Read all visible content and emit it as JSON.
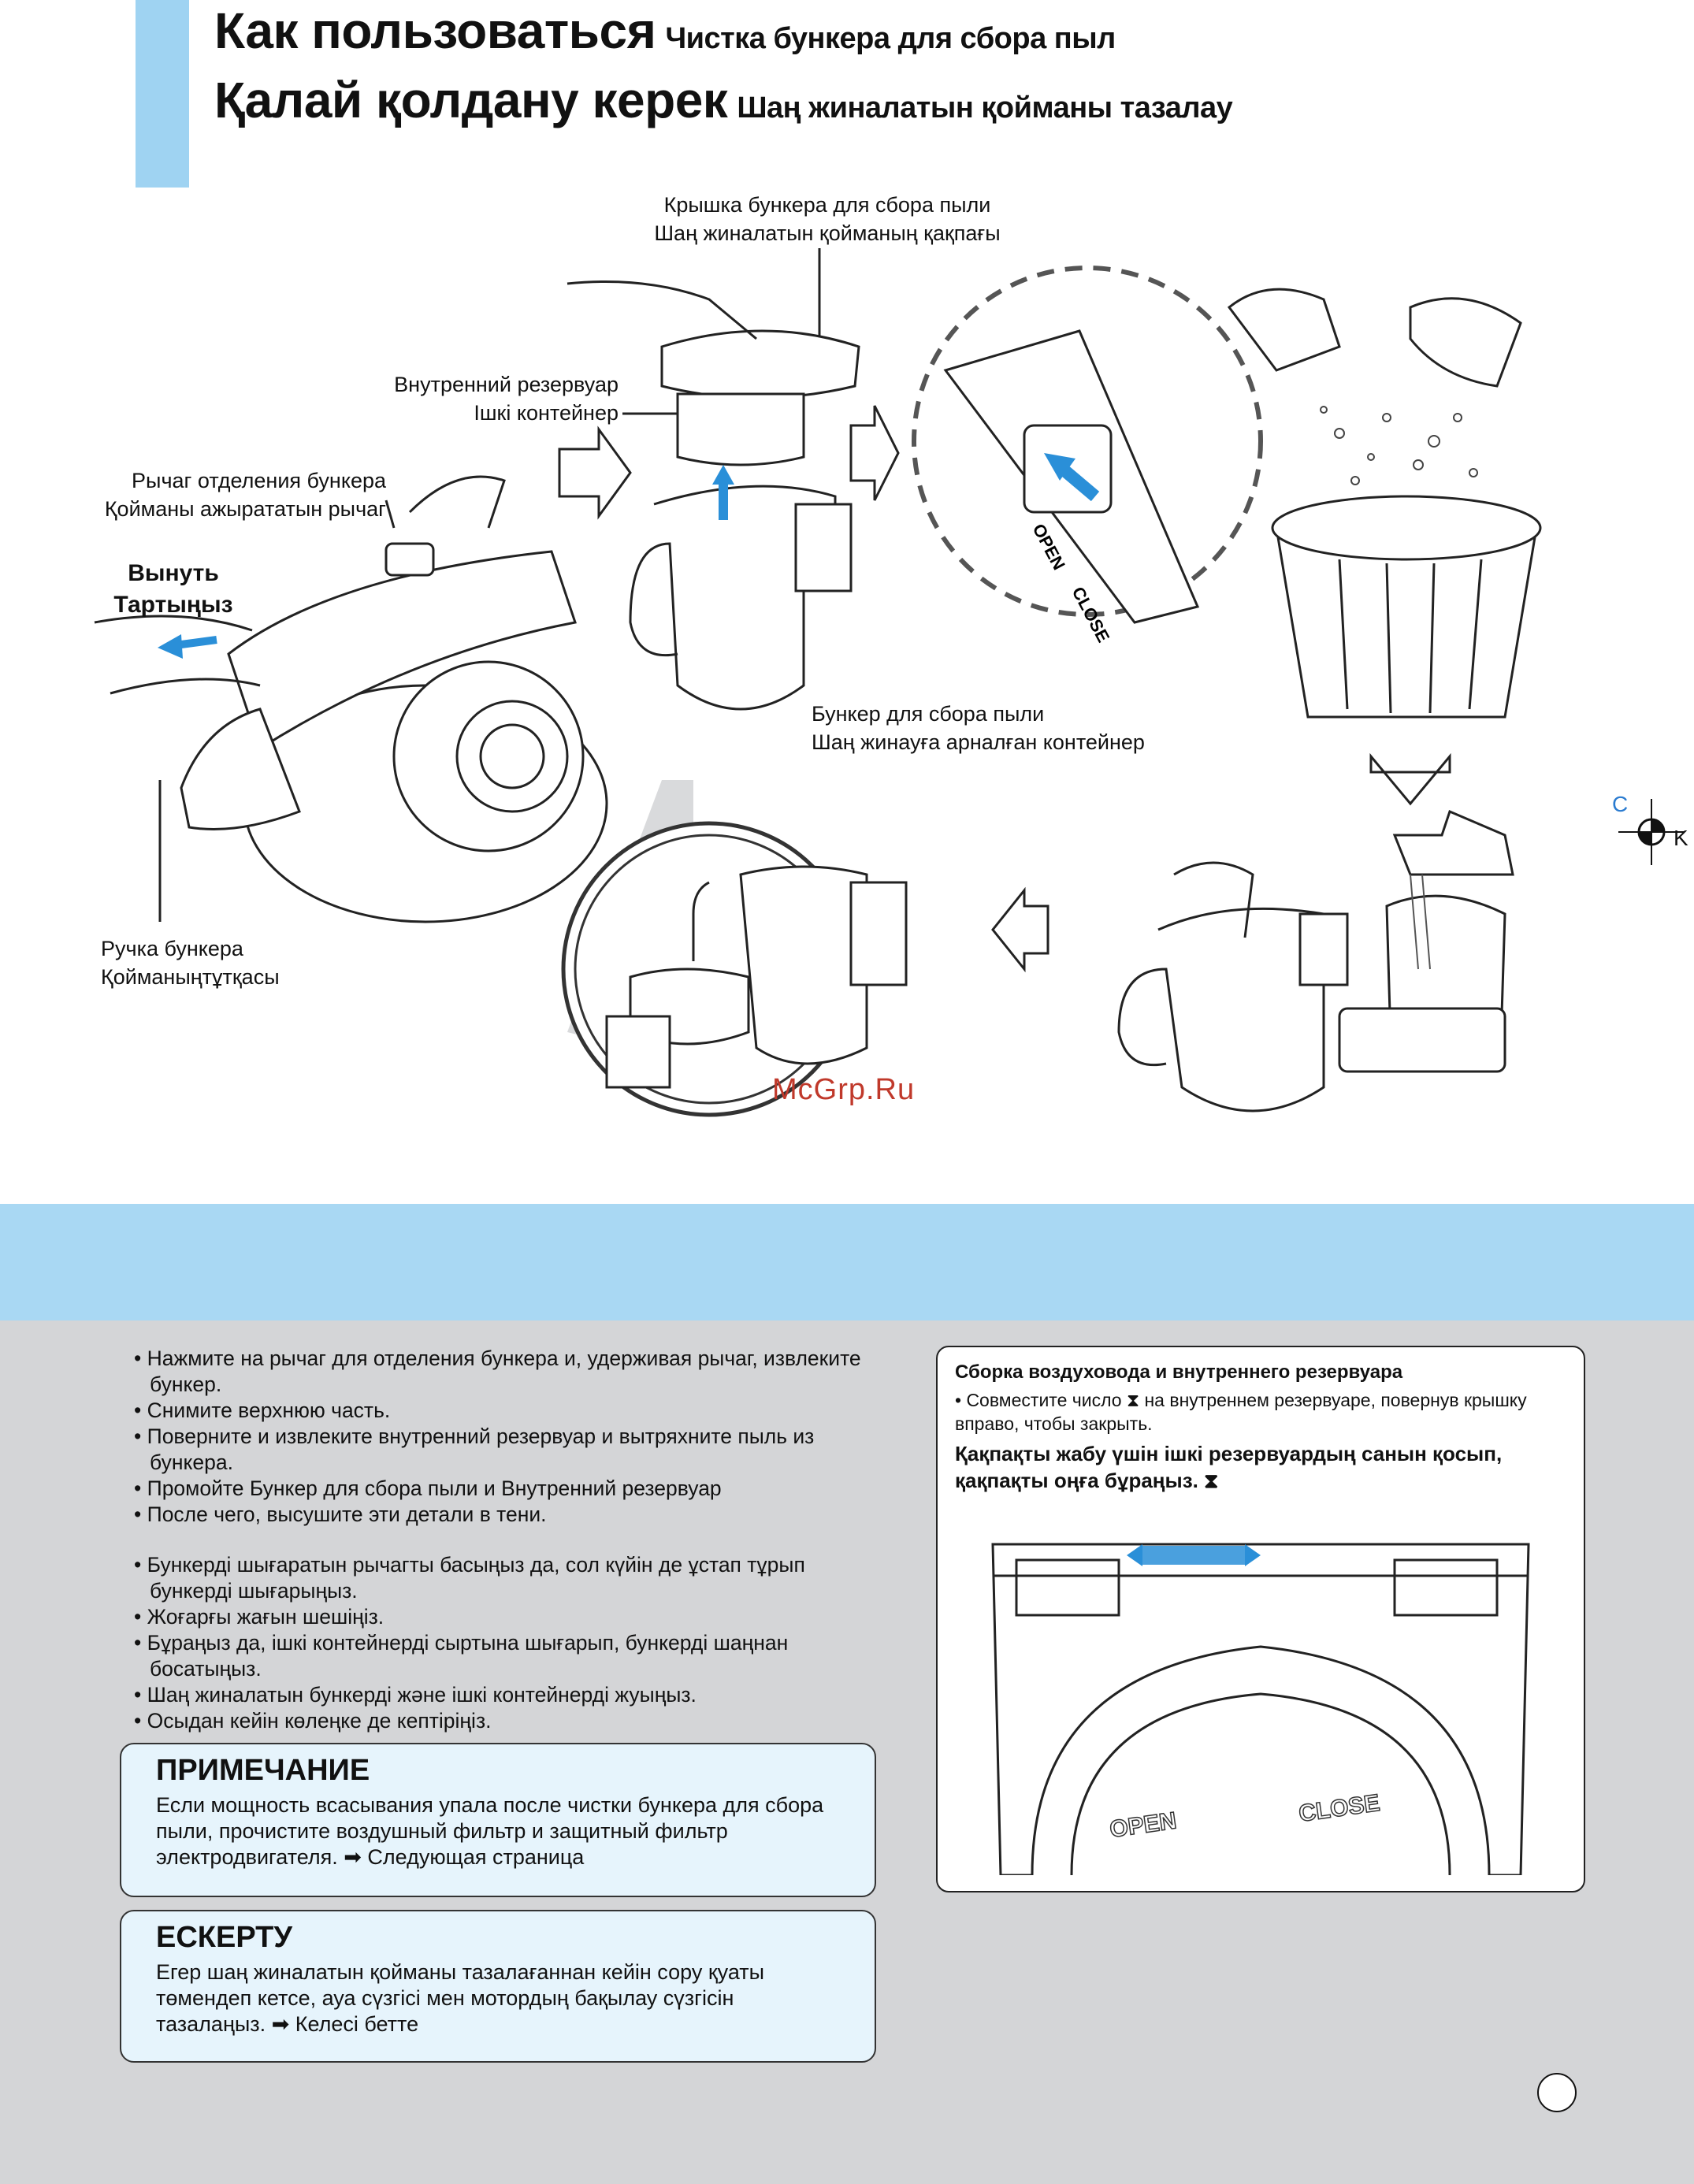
{
  "header": {
    "title_ru": "Как пользоваться",
    "subtitle_ru": "Чистка бункера для сбора пыл",
    "title_kz": "Қалай қолдану керек",
    "subtitle_kz": "Шаң жиналатын қойманы тазалау"
  },
  "labels": {
    "lid_ru": "Крышка бункера для сбора пыли",
    "lid_kz": "Шаң жиналатын қойманың қақпағы",
    "inner_ru": "Внутренний резервуар",
    "inner_kz": "Ішкі контейнер",
    "lever_ru": "Рычаг отделения бункера",
    "lever_kz": "Қойманы ажырататын рычаг",
    "pull_ru": "Вынуть",
    "pull_kz": "Тартыңыз",
    "bin_ru": "Бункер для сбора пыли",
    "bin_kz": "Шаң жинауға арналған контейнер",
    "handle_ru": "Ручка бункера",
    "handle_kz": "Қойманыңтұтқасы",
    "open": "OPEN",
    "close": "CLOSE"
  },
  "steps_ru": [
    "Нажмите на рычаг для отделения бункера и, удерживая рычаг, извлеките бункер.",
    "Снимите верхнюю часть.",
    "Поверните и извлеките внутренний резервуар и вытряхните пыль из бункера.",
    "Промойте Бункер для сбора пыли и Внутренний резервуар",
    "После чего, высушите эти детали в тени."
  ],
  "steps_kz": [
    "Бункерді шығаратын рычагты басыңыз да, сол күйін де ұстап тұрып бункерді шығарыңыз.",
    "Жоғарғы жағын шешіңіз.",
    "Бұраңыз да, ішкі контейнерді сыртына шығарып, бункерді шаңнан босатыңыз.",
    "Шаң жиналатын бункерді және ішкі контейнерді жуыңыз.",
    "Осыдан кейін көлеңке де кептіріңіз."
  ],
  "note_ru": {
    "title": "ПРИМЕЧАНИЕ",
    "body": "Если мощность всасывания упала после чистки бункера для сбора пыли, прочистите воздушный фильтр и защитный фильтр электродвигателя. ➡ Следующая страница"
  },
  "note_kz": {
    "title": "ЕСКЕРТУ",
    "body": "Егер шаң жиналатын қойманы тазалағаннан кейін сору қуаты төмендеп кетсе, ауа сүзгісі мен мотордың бақылау сүзгісін тазалаңыз. ➡ Келесі бетте"
  },
  "assembly": {
    "title": "Сборка воздуховода и внутреннего резервуара",
    "line_ru": "• Совместите число ⧗ на внутреннем резервуаре, повернув крышку вправо, чтобы закрыть.",
    "line_kz": "Қақпақты жабу үшін ішкі резервуардың санын қосып, қақпақты оңға бұраңыз. ⧗",
    "open": "OPEN",
    "close": "CLOSE"
  },
  "watermark": "McGrp.Ru",
  "reg_mark": {
    "c": "C",
    "k": "K"
  },
  "colors": {
    "accent_blue": "#9fd3f2",
    "band_blue": "#a9d8f3",
    "gray": "#d4d5d7",
    "arrow_blue": "#2a8fd8"
  }
}
